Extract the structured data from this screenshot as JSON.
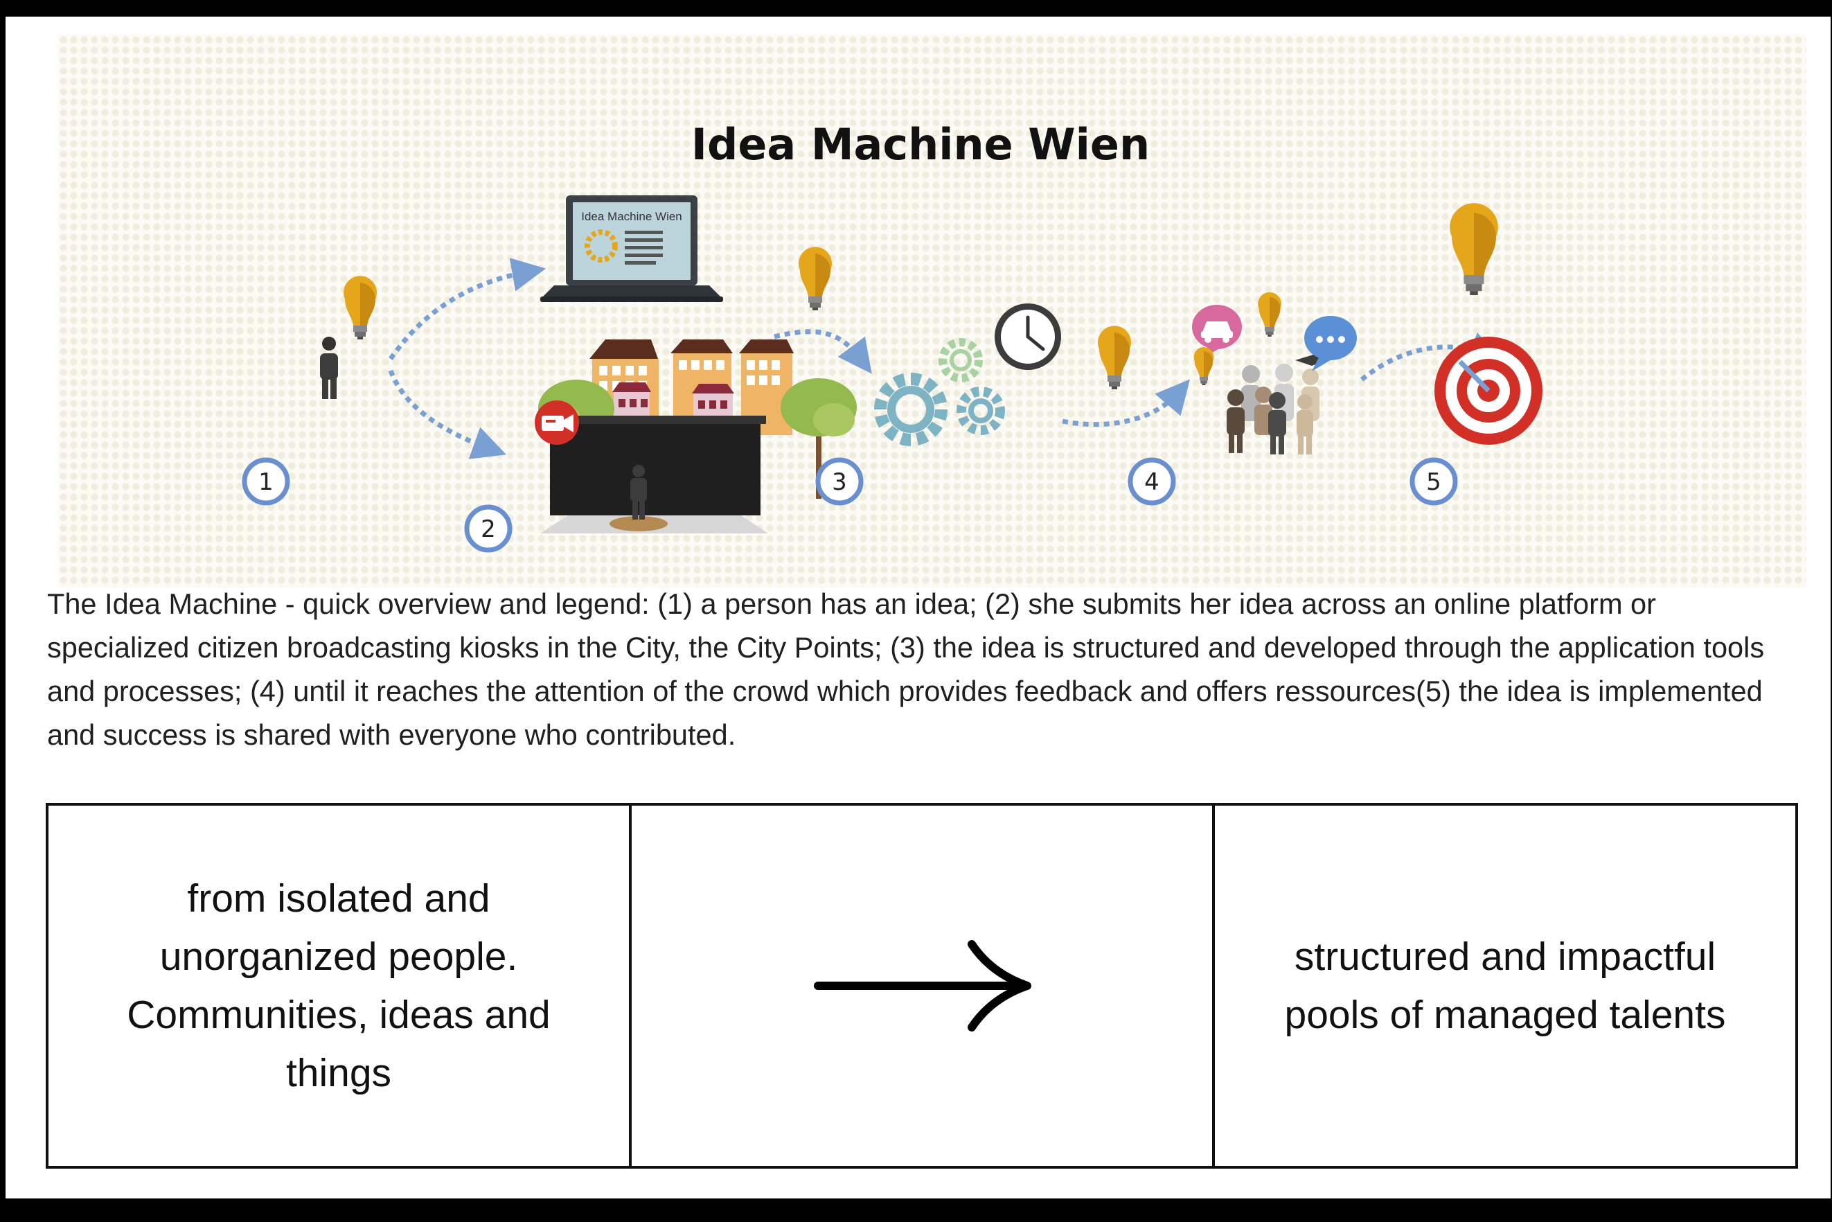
{
  "diagram": {
    "title": "Idea Machine Wien",
    "laptop_screen_label": "Idea Machine Wien",
    "step_markers": [
      "1",
      "2",
      "3",
      "4",
      "5"
    ],
    "colors": {
      "lightbulb": "#e6a61c",
      "arrow": "#7a9fd3",
      "gear": "#7eb3c4",
      "target_red": "#d22f27",
      "marker_blue": "#6a8fd0",
      "kiosk_screen": "#1f1f1f",
      "tree": "#94b94f"
    },
    "icons": [
      "person-icon",
      "lightbulb-icon",
      "laptop-icon",
      "city-buildings-icon",
      "camera-badge-icon",
      "kiosk-icon",
      "gears-icon",
      "clock-icon",
      "crowd-icon",
      "car-bubble-icon",
      "chat-bubble-icon",
      "target-icon",
      "flow-arrow-icon"
    ]
  },
  "caption": "The Idea Machine - quick overview and legend: (1) a person has an idea; (2) she submits her idea across an online platform or specialized citizen broadcasting kiosks in the City, the City Points; (3) the idea is structured and developed through the application tools and processes; (4) until it reaches the attention of the crowd which provides feedback and offers ressources(5) the idea is implemented and success is shared with everyone who contributed.",
  "table": {
    "from_text": "from isolated and unorganized people. Communities, ideas and things",
    "arrow_icon": "right-arrow-icon",
    "to_text": "structured and impactful pools of managed talents"
  }
}
